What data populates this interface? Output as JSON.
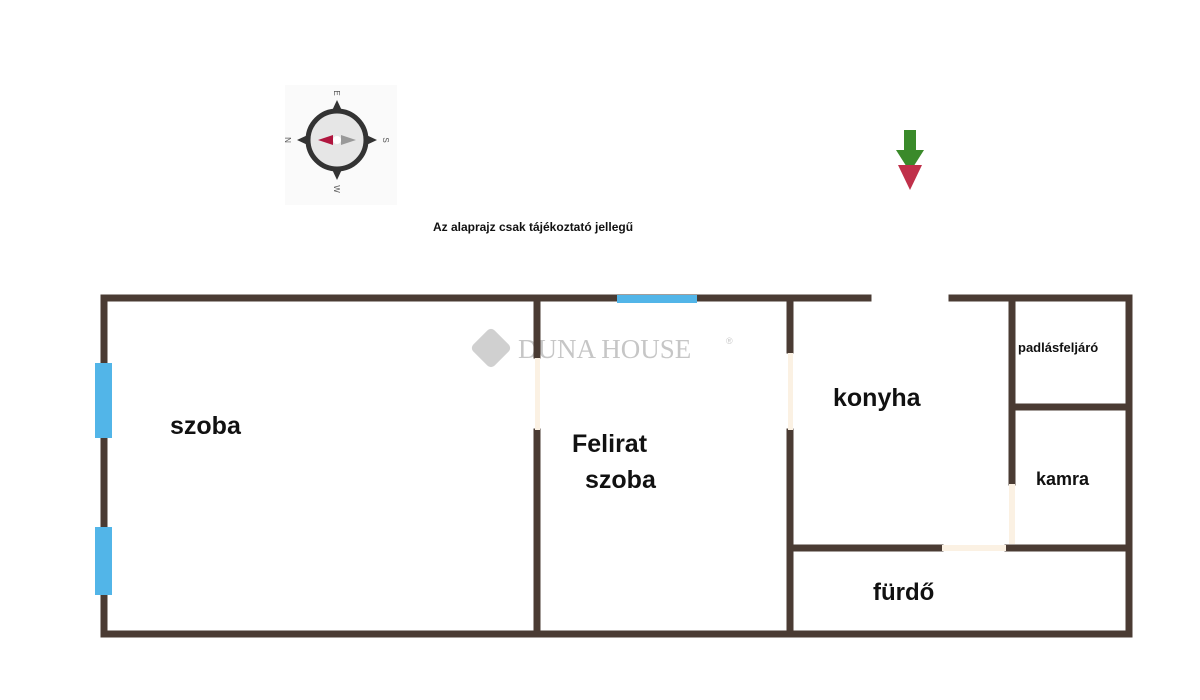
{
  "note": "Az alaprajz csak tájékoztató jellegű",
  "watermark": "DUNA HOUSE",
  "watermark_mark": "®",
  "compass": {
    "top": "E",
    "right": "S",
    "bottom": "W",
    "left": "N"
  },
  "rooms": {
    "szoba1": "szoba",
    "felirat": "Felirat",
    "szoba2": "szoba",
    "konyha": "konyha",
    "padlas": "padlásfeljáró",
    "kamra": "kamra",
    "furdo": "fürdő"
  },
  "colors": {
    "wall": "#4a3b33",
    "window": "#52b5e8",
    "door": "#fbf1e3"
  }
}
